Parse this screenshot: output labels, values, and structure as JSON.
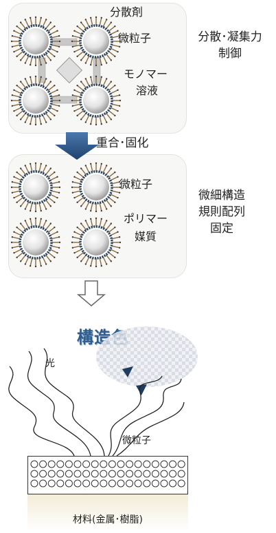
{
  "top_panel": {
    "dispersant": "分散剤",
    "particle": "微粒子",
    "monomer_line1": "モノマー",
    "monomer_line2": "溶液"
  },
  "control_label": {
    "line1": "分散･凝集力",
    "line2": "制御"
  },
  "process_step": "重合･固化",
  "mid_panel": {
    "particle": "微粒子",
    "polymer_line1": "ポリマー",
    "polymer_line2": "媒質"
  },
  "fix_label": {
    "line1": "微細構造",
    "line2": "規則配列",
    "line3": "固定"
  },
  "structural_color": "構造色",
  "light_label": "光",
  "particle_label_bottom": "微粒子",
  "material_label": "材料(金属･樹脂)",
  "colors": {
    "arrow_blue": "#2f5d8f",
    "spine": "#8a6a3f",
    "sphere": "#d9d9d9"
  }
}
